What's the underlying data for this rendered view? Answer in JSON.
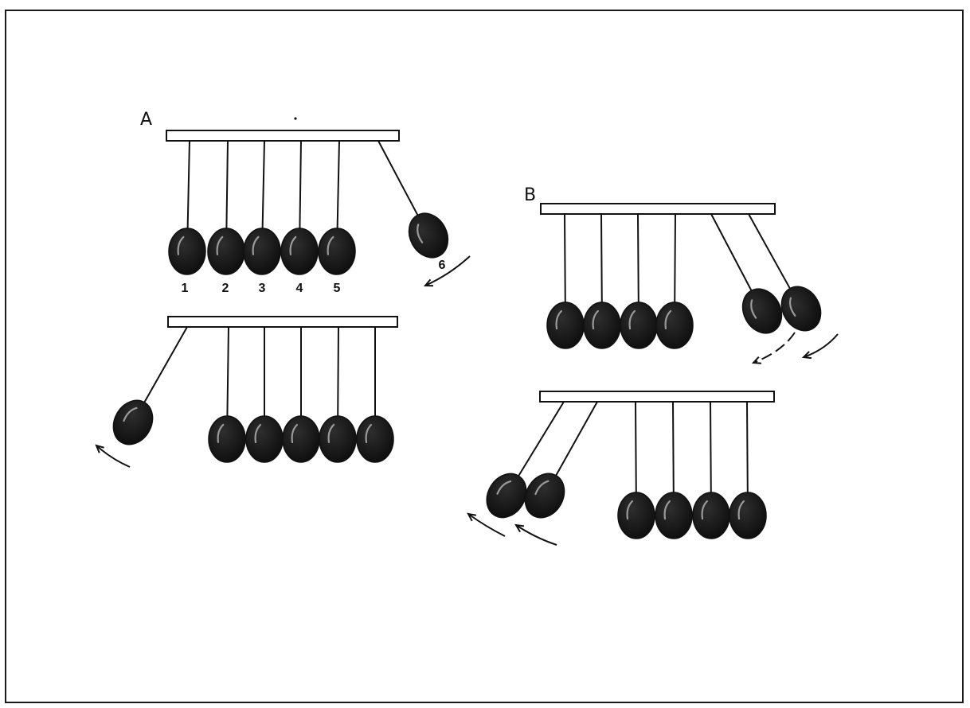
{
  "figure": {
    "colors": {
      "ink": "#111111",
      "ball": "#151515",
      "highlight": "#9a9a9a",
      "paper": "#ffffff"
    }
  },
  "panel_a": {
    "label": "A",
    "ball_numbers": [
      "1",
      "2",
      "3",
      "4",
      "5",
      "6"
    ]
  },
  "panel_b": {
    "label": "B"
  }
}
